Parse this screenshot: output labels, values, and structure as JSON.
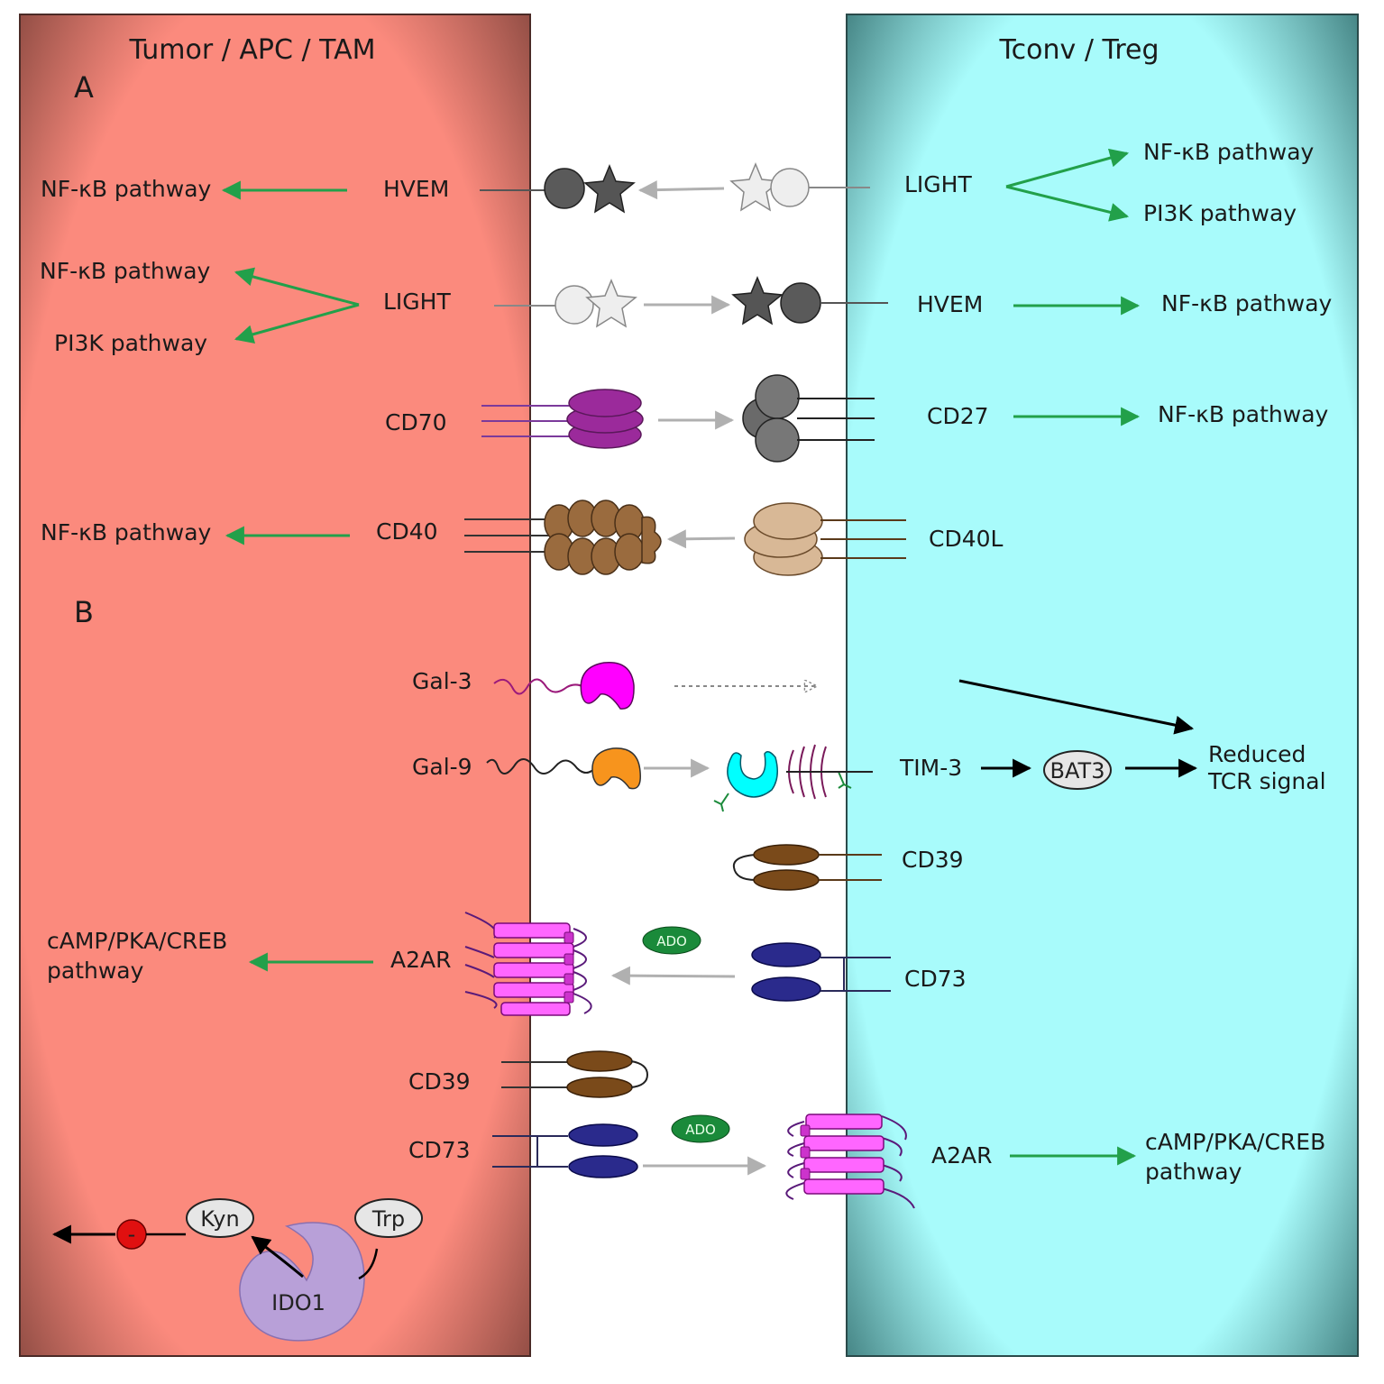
{
  "panes": {
    "left_title": "Tumor / APC / TAM",
    "right_title": "Tconv / Treg"
  },
  "panels": {
    "a": "A",
    "b": "B"
  },
  "left": {
    "nfkb_1": "NF-κB pathway",
    "hvem": "HVEM",
    "nfkb_2": "NF-κB pathway",
    "pi3k": "PI3K pathway",
    "light": "LIGHT",
    "cd70": "CD70",
    "nfkb_3": "NF-κB pathway",
    "cd40": "CD40",
    "gal3": "Gal-3",
    "gal9": "Gal-9",
    "camp_line1": "cAMP/PKA/CREB",
    "camp_line2": "pathway",
    "a2ar": "A2AR",
    "cd39": "CD39",
    "cd73": "CD73",
    "kyn": "Kyn",
    "trp": "Trp",
    "ido1": "IDO1",
    "minus": "-"
  },
  "center": {
    "ado_1": "ADO",
    "ado_2": "ADO"
  },
  "right": {
    "light": "LIGHT",
    "nfkb_1": "NF-κB pathway",
    "pi3k": "PI3K pathway",
    "hvem": "HVEM",
    "nfkb_2": "NF-κB pathway",
    "cd27": "CD27",
    "nfkb_3": "NF-κB pathway",
    "cd40l": "CD40L",
    "tim3": "TIM-3",
    "bat3": "BAT3",
    "reduced_line1": "Reduced",
    "reduced_line2": "TCR signal",
    "cd39": "CD39",
    "cd73": "CD73",
    "a2ar": "A2AR",
    "camp_line1": "cAMP/PKA/CREB",
    "camp_line2": "pathway"
  },
  "colors": {
    "left_pane": "#fb8a7d",
    "right_pane": "#a8fbfb",
    "green_arrow": "#22a04a",
    "gray_arrow": "#b0b0b0",
    "purple": "#9b2a9b",
    "magenta": "#ff00ff",
    "orange": "#f7941d",
    "cyan": "#00ffff",
    "brown": "#8b5e3c",
    "tan": "#d2b48c",
    "navy": "#2a2a8c",
    "pink": "#ff77ff",
    "lavender": "#b8a0d8",
    "ado_green": "#1a8a3a"
  }
}
